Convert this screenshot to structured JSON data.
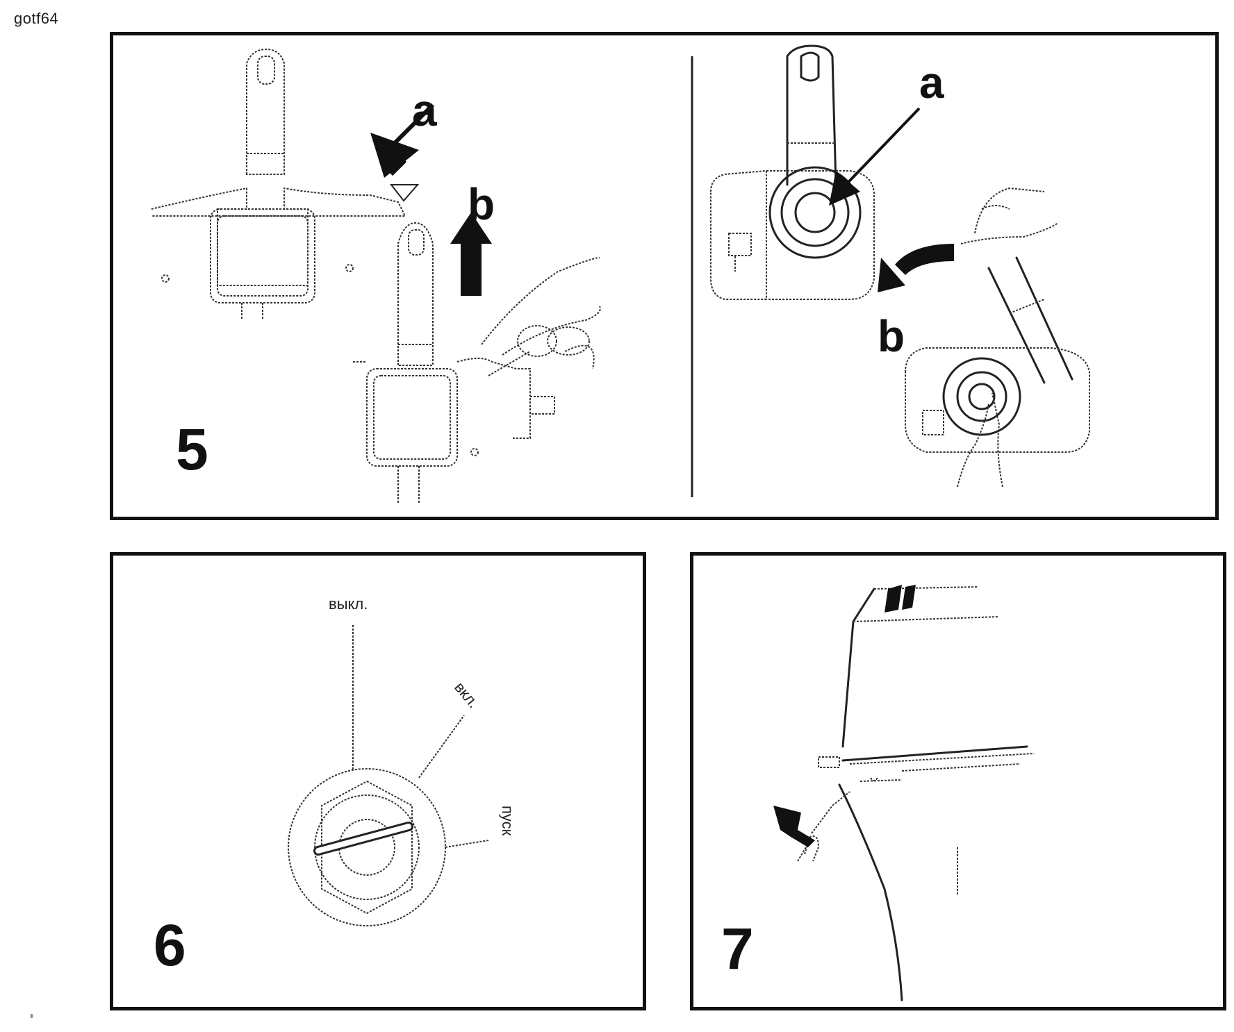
{
  "page_code": "gotf64",
  "figures": [
    {
      "number": "5",
      "left_view": {
        "callouts": [
          "a",
          "b"
        ]
      },
      "right_view": {
        "callouts": [
          "a",
          "b"
        ]
      }
    },
    {
      "number": "6",
      "switch_positions": [
        "выкл.",
        "вкл.",
        "пуск"
      ]
    },
    {
      "number": "7"
    }
  ],
  "icons": {
    "arrow": "arrow-icon",
    "hand": "hand-icon",
    "lever": "throttle-lever-icon",
    "ignition": "ignition-switch-icon",
    "engine": "outboard-engine-icon"
  }
}
